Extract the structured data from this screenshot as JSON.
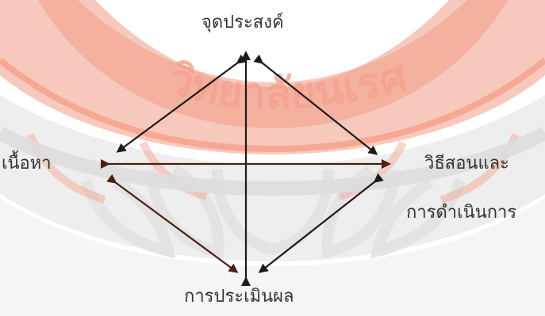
{
  "diagram": {
    "top_label": "จุดประสงค์",
    "left_label": "เนื้อหา",
    "right_label_line1": "วิธีสอนและ",
    "right_label_line2": "การดำเนินการ",
    "bottom_label": "การประเมินผล"
  },
  "watermark": {
    "text": "วิทยาลัยนเรศ"
  },
  "colors": {
    "arrow": "#1f1a19",
    "arrow_brown": "#4b1f12",
    "label": "#333333",
    "watermark_orange": "#f6b2a3",
    "watermark_gray": "#e6e6e6"
  }
}
